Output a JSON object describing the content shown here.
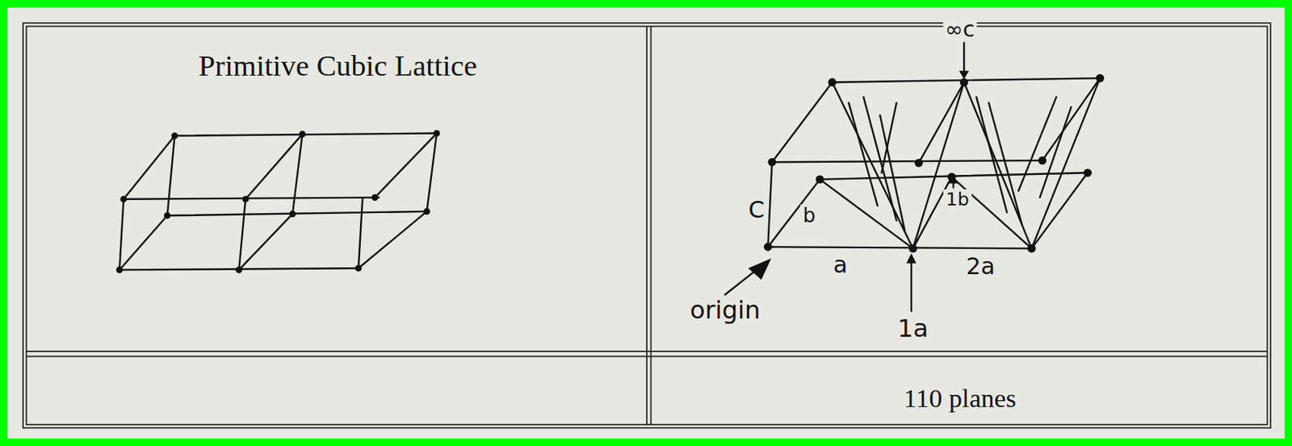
{
  "diagram": {
    "labels": [
      "Primitive Cubic Lattice",
      "∞c",
      "C",
      "b",
      "1b",
      "a",
      "2a",
      "origin",
      "1a",
      "110 planes"
    ]
  }
}
